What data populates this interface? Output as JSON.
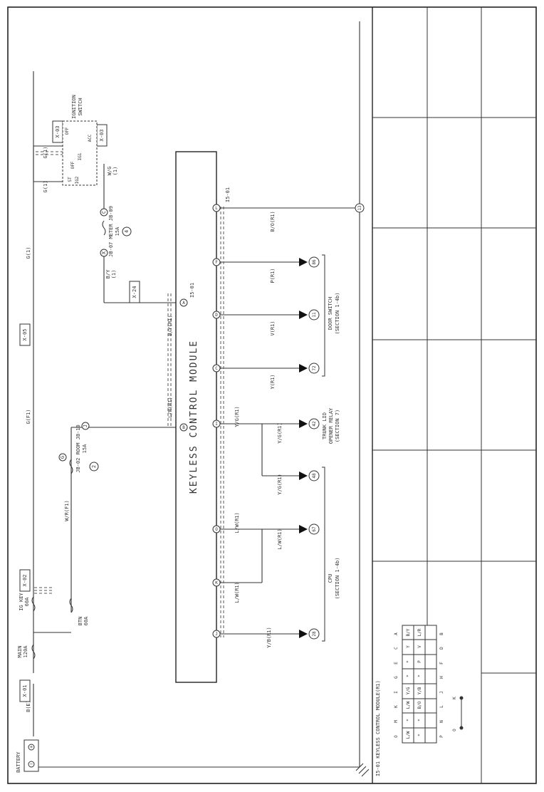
{
  "module": {
    "title": "KEYLESS CONTROL MODULE",
    "connector_ref": "I5-01"
  },
  "power": {
    "battery": "BATTERY",
    "battery_plus": "+",
    "battery_minus": "−",
    "battery_wire": "B(E)",
    "fuse_main": [
      "MAIN",
      "120A"
    ],
    "fuse_igkey": [
      "IG KEY",
      "60A"
    ],
    "fuse_btn": [
      "BTN",
      "60A"
    ],
    "wire_wr": "W/R(F1)",
    "wire_gf1": "G(F1)",
    "wire_g1": "G(1)",
    "wire_g1b": "G(1)",
    "wire_g1c": "G(1)",
    "wire_lr": "L/R(R1)",
    "wire_by_r1": "B/Y(R1)",
    "wire_by_1": [
      "B/Y",
      "(1)"
    ],
    "wire_wg": [
      "W/G",
      "(1)"
    ],
    "room_fuse": [
      "JB-02 ROOM JB-10",
      "15A"
    ],
    "room_fuse_num": "2",
    "meter_fuse": [
      "JB-07 METER JB-09",
      "15A"
    ],
    "meter_fuse_num": "4"
  },
  "ignition_switch": {
    "title": [
      "IGNITION",
      "SWITCH"
    ],
    "positions": [
      "ST",
      "IG2",
      "OFF",
      "IG1",
      "ACC",
      "OFF"
    ]
  },
  "connectors": {
    "x01": "X-01",
    "x02": "X-02",
    "x03": "X-03",
    "x03b": "X-03",
    "x05": "X-05",
    "x24": "X-24"
  },
  "joints": {
    "g": "G",
    "j": "J",
    "c": "C",
    "x": "X",
    "k13": "13",
    "jb10_num": "2"
  },
  "terminals": {
    "A": "A",
    "B": "B",
    "C": "C",
    "D": "D",
    "F": "F",
    "L": "L",
    "I": "I",
    "O": "O",
    "K": "K",
    "J": "J"
  },
  "outputs": {
    "c_wire": "Y(R1)",
    "c_ref": "72",
    "d_wire": "V(R1)",
    "d_ref": "11",
    "f_wire": "P(R1)",
    "f_ref": "86",
    "l_wire": "B/O(R1)",
    "i_wire": "Y/G(R1)",
    "i_wire2": "Y/G(R1)",
    "i_wire3": "Y/G(R1)",
    "i_ref": "42",
    "i_ref2": "48",
    "o_wire": "L/W(R1)",
    "o_wire2": "L/W(R1)",
    "o_ref": "67",
    "k_wire": "L/W(R1)",
    "j_wire": "Y/B(R1)",
    "j_ref": "28"
  },
  "notes": {
    "door_switch": [
      "DOOR SWITCH",
      "(SECTION 1-4b)"
    ],
    "trunk_lid": [
      "TRUNK LID",
      "OPENER RELAY",
      "(SECTION 7)"
    ],
    "cpu": [
      "CPU",
      "(SECTION 1-4b)"
    ]
  },
  "pinout": {
    "title": "I5-01 KEYLESS CONTROL MODULE(R1)",
    "top_labels": [
      "O",
      "M",
      "K",
      "I",
      "G",
      "E",
      "C",
      "A"
    ],
    "row1": [
      "L/W",
      "*",
      "L/W",
      "Y/G",
      "*",
      "*",
      "Y",
      "B/Y"
    ],
    "row2": [
      "*",
      "*",
      "B/O",
      "Y/B",
      "*",
      "P",
      "V",
      "L/R"
    ],
    "bottom_labels": [
      "P",
      "N",
      "L",
      "J",
      "H",
      "F",
      "D",
      "B"
    ],
    "legend_o": "O",
    "legend_k": "K"
  }
}
